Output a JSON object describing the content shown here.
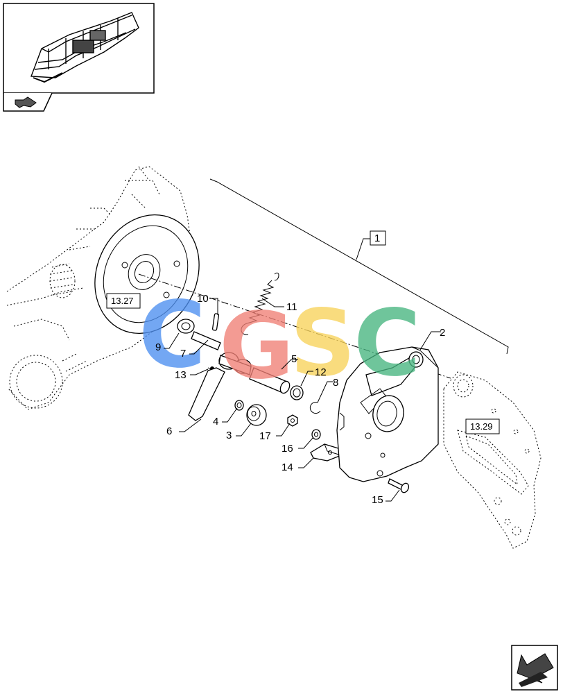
{
  "watermark": {
    "letters": [
      {
        "char": "C",
        "color": "#4d8ff0"
      },
      {
        "char": "G",
        "color": "#f07f75"
      },
      {
        "char": "S",
        "color": "#f8d35a"
      },
      {
        "char": "C",
        "color": "#47b580"
      }
    ]
  },
  "callouts": [
    {
      "id": "1",
      "text": "1",
      "boxed": true
    },
    {
      "id": "2",
      "text": "2"
    },
    {
      "id": "3",
      "text": "3"
    },
    {
      "id": "4",
      "text": "4"
    },
    {
      "id": "5",
      "text": "5"
    },
    {
      "id": "6",
      "text": "6"
    },
    {
      "id": "7",
      "text": "7"
    },
    {
      "id": "8",
      "text": "8"
    },
    {
      "id": "9",
      "text": "9"
    },
    {
      "id": "10",
      "text": "10"
    },
    {
      "id": "11",
      "text": "11"
    },
    {
      "id": "12",
      "text": "12"
    },
    {
      "id": "13",
      "text": "13",
      "color": "#1f4fa8"
    },
    {
      "id": "14",
      "text": "14"
    },
    {
      "id": "15",
      "text": "15"
    },
    {
      "id": "16",
      "text": "16"
    },
    {
      "id": "17",
      "text": "17"
    }
  ],
  "section_refs": {
    "left": "13.27",
    "right": "13.29"
  },
  "icons": {
    "thumbnail": "machine-frame-thumbnail",
    "thumb_nav": "hand-pointer-icon",
    "corner_nav": "next-page-arrow-icon"
  }
}
